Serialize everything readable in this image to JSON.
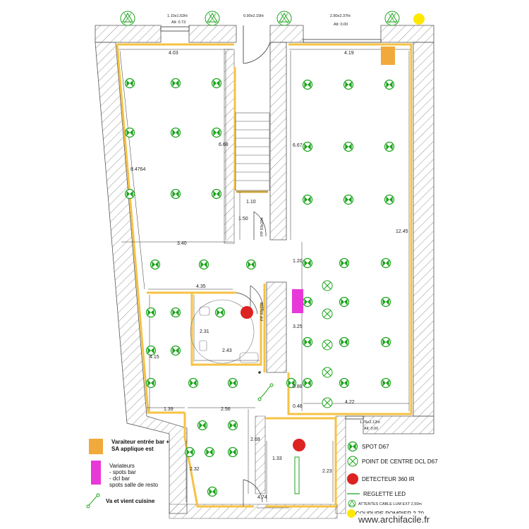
{
  "openings": {
    "window_left": {
      "size": "1.10x1.62ht",
      "alt": "Alt: 0.73"
    },
    "door_top": {
      "size": "0.90x2.15ht"
    },
    "window_right": {
      "size": "2.80x2.37ht",
      "alt": "Alt: 0.00"
    },
    "window_bottom": {
      "size": "1.76x2.12ht",
      "alt": "Alt: 0.00"
    }
  },
  "dimensions": {
    "d_4_03": "4.03",
    "d_4_19": "4.19",
    "d_6_68": "6.68",
    "d_6_67": "6.67",
    "d_8_4764": "8.4764",
    "d_1_10": "1.10",
    "d_1_50": "1.50",
    "d_3_40": "3.40",
    "d_12_45": "12.45",
    "d_1_20": "1.20",
    "d_4_35": "4.35",
    "d_2_31": "2.31",
    "d_2_43": "2.43",
    "d_3_25": "3.25",
    "d_4_15": "4.15",
    "d_0_88": "0.88",
    "d_0_48": "0.48",
    "d_4_22": "4.22",
    "d_1_39": "1.39",
    "d_2_56": "2.56",
    "d_2_69": "2.69",
    "d_1_33": "1.33",
    "d_2_32": "2.32",
    "d_2_23": "2.23",
    "d_4_74": "4.74"
  },
  "door_labels": {
    "pp_upper": "PP 93x204",
    "pp_lower": "PP 93x204"
  },
  "legend": {
    "variateur_entree": "Varaiteur entrée bar +",
    "variateur_entree_2": "SA applique est",
    "variateurs_title": "Variateurs",
    "variateurs_1": "- spots bar",
    "variateurs_2": "- dcl bar",
    "variateurs_3": "spots salle de resto",
    "va_et_vient": "Va et vient cuisine",
    "spot": "SPOT D67",
    "point_centre": "POINT DE CENTRE DCL D67",
    "detecteur": "DETECTEUR 360 IR",
    "reglette": "REGLETTE LED",
    "attentes": "ATTENTES CABLE LUM EXT 2,50m",
    "coupure": "COUPURE POMPIER 2,70"
  },
  "watermark": "www.archifacile.fr",
  "colors": {
    "wall_yellow": "#f5c242",
    "variateur_orange": "#f2a93b",
    "variateur_magenta": "#e838d8",
    "spot_green": "#1aa31a",
    "detector_red": "#dd2222",
    "coupure_yellow": "#ffe800"
  },
  "spots": [
    [
      184,
      118
    ],
    [
      249,
      118
    ],
    [
      307,
      118
    ],
    [
      184,
      188
    ],
    [
      249,
      188
    ],
    [
      307,
      188
    ],
    [
      184,
      275
    ],
    [
      249,
      275
    ],
    [
      307,
      275
    ],
    [
      436,
      120
    ],
    [
      494,
      120
    ],
    [
      552,
      120
    ],
    [
      436,
      208
    ],
    [
      494,
      208
    ],
    [
      552,
      208
    ],
    [
      436,
      283
    ],
    [
      494,
      283
    ],
    [
      552,
      283
    ],
    [
      220,
      375
    ],
    [
      289,
      375
    ],
    [
      356,
      375
    ],
    [
      436,
      373
    ],
    [
      488,
      373
    ],
    [
      547,
      373
    ],
    [
      214,
      443
    ],
    [
      249,
      443
    ],
    [
      312,
      443
    ],
    [
      436,
      428
    ],
    [
      488,
      428
    ],
    [
      547,
      428
    ],
    [
      214,
      497
    ],
    [
      249,
      497
    ],
    [
      436,
      485
    ],
    [
      488,
      485
    ],
    [
      547,
      485
    ],
    [
      214,
      543
    ],
    [
      274,
      543
    ],
    [
      330,
      543
    ],
    [
      413,
      543
    ],
    [
      436,
      543
    ],
    [
      488,
      543
    ],
    [
      547,
      543
    ],
    [
      287,
      603
    ],
    [
      330,
      603
    ],
    [
      269,
      641
    ],
    [
      297,
      641
    ],
    [
      330,
      641
    ],
    [
      301,
      697
    ]
  ],
  "centre_points": [
    [
      464,
      405
    ],
    [
      464,
      445
    ],
    [
      464,
      489
    ],
    [
      464,
      528
    ],
    [
      464,
      571
    ]
  ],
  "detectors": [
    [
      350,
      443
    ],
    [
      424,
      631
    ]
  ]
}
